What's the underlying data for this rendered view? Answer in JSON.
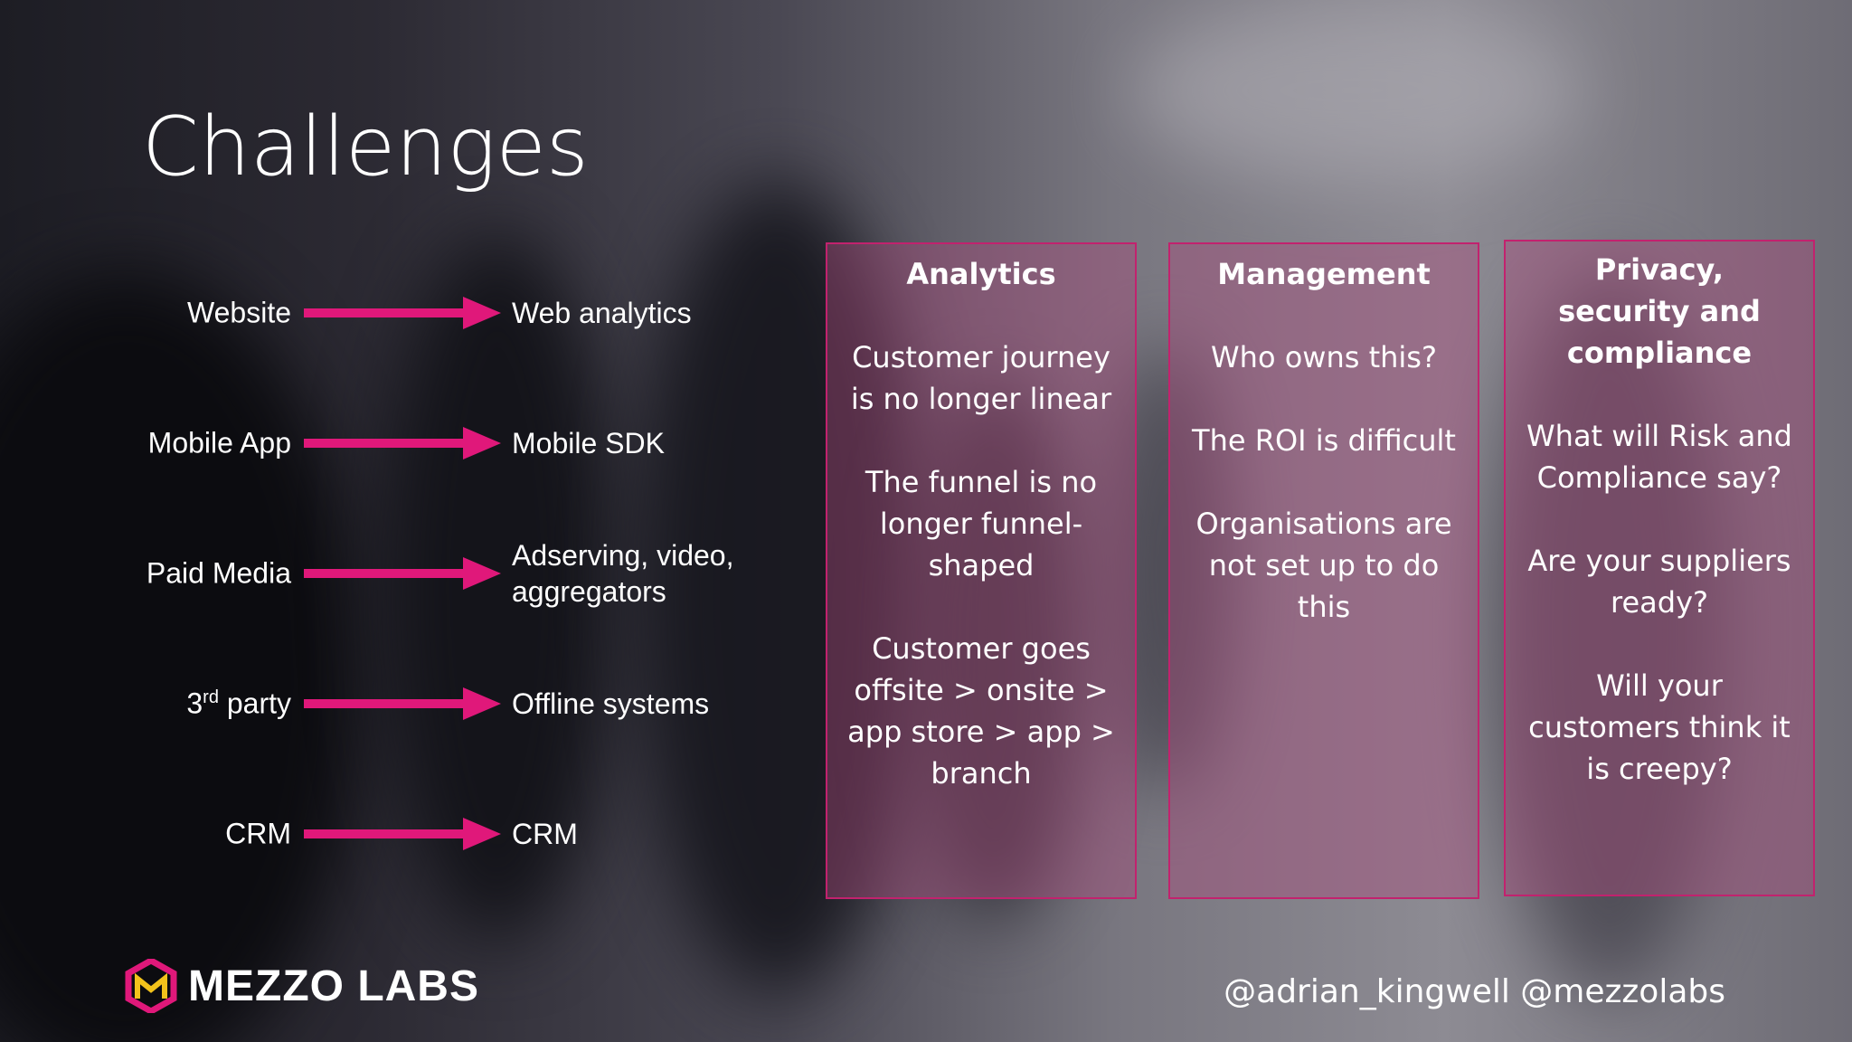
{
  "title": "Challenges",
  "flows": [
    {
      "source": "Website",
      "target": "Web analytics"
    },
    {
      "source": "Mobile App",
      "target": "Mobile SDK"
    },
    {
      "source": "Paid Media",
      "target_line1": "Adserving, video,",
      "target_line2": "aggregators"
    },
    {
      "source_main": "3",
      "source_sup": "rd",
      "source_tail": " party",
      "target": "Offline systems"
    },
    {
      "source": "CRM",
      "target": "CRM"
    }
  ],
  "panels": [
    {
      "title": "Analytics",
      "paragraphs": [
        "Customer journey is no longer linear",
        "The funnel is no longer funnel-shaped",
        "Customer goes offsite > onsite > app store > app > branch"
      ]
    },
    {
      "title": "Management",
      "paragraphs": [
        "Who owns this?",
        "The ROI is difficult",
        "Organisations are not set up to do this"
      ]
    },
    {
      "title": "Privacy, security and compliance",
      "paragraphs": [
        "What will Risk and Compliance say?",
        "Are your suppliers ready?",
        "Will your customers think it is creepy?"
      ]
    }
  ],
  "footer": {
    "logo_text": "MEZZO LABS",
    "handles": "@adrian_kingwell @mezzolabs"
  },
  "colors": {
    "accent": "#e0187a",
    "panel_border": "#c2226e"
  }
}
